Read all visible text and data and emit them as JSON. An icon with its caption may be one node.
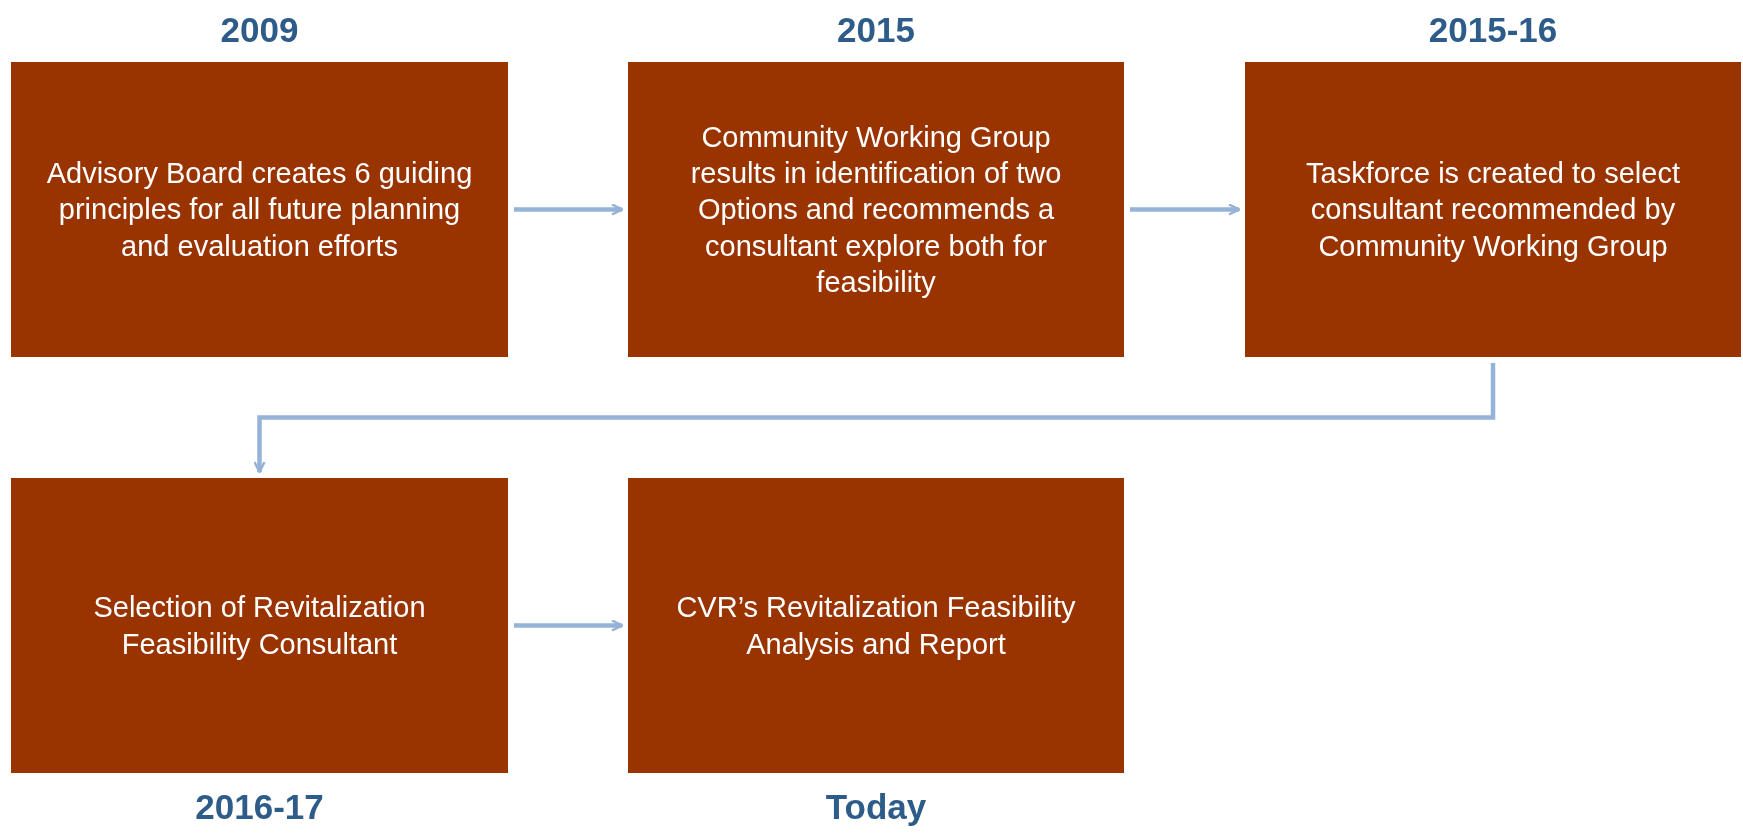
{
  "diagram": {
    "nodes": [
      {
        "text": [
          "Advisory Board creates 6 guiding principles for all future planning and evaluation efforts"
        ],
        "beside": [
          "2009"
        ]
      },
      {
        "text": [
          "Community Working Group results in identification of two Options and recommends a consultant explore both for feasibility"
        ],
        "beside": [
          "2015"
        ]
      },
      {
        "text": [
          "Taskforce is created to select consultant recommended by Community Working Group"
        ],
        "beside": [
          "2015-16"
        ]
      },
      {
        "text": [
          "Selection of Revitalization Feasibility Consultant"
        ],
        "beside": [
          "2016-17"
        ]
      },
      {
        "text": [
          "CVR’s Revitalization Feasibility Analysis and Report"
        ],
        "beside": [
          "Today"
        ]
      }
    ],
    "edges": [
      {
        "from": 0,
        "to": 1,
        "arrow": "to"
      },
      {
        "from": 1,
        "to": 2,
        "arrow": "to"
      },
      {
        "from": 2,
        "to": 3,
        "arrow": "to"
      },
      {
        "from": 3,
        "to": 4,
        "arrow": "to"
      }
    ]
  }
}
